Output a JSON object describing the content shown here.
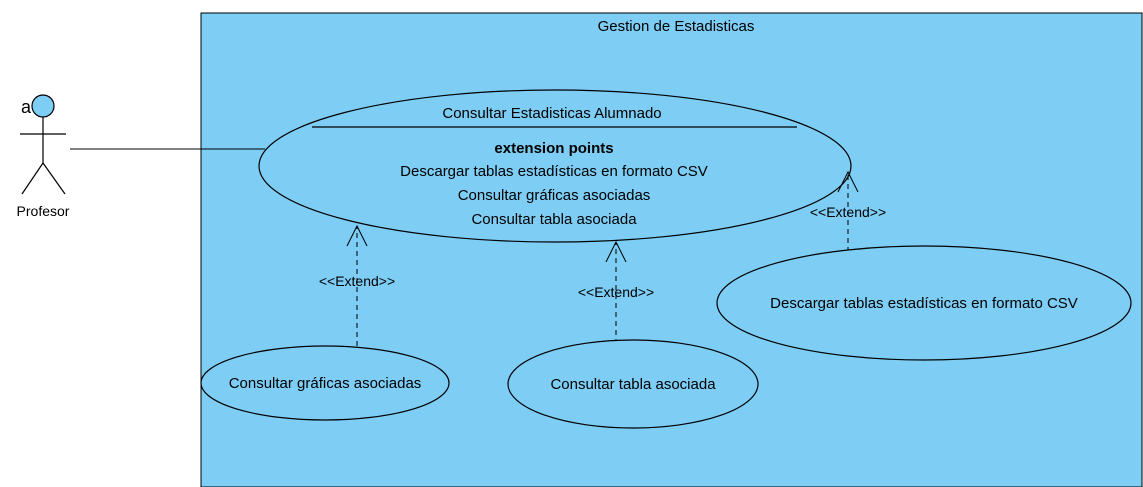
{
  "colors": {
    "system_fill": "#7dcdf5",
    "usecase_fill": "#7dcdf5",
    "actor_head_fill": "#7dcdf5",
    "stroke": "#000000",
    "background": "#ffffff"
  },
  "system": {
    "title": "Gestion de Estadisticas"
  },
  "actor": {
    "label": "Profesor",
    "marker": "a",
    "icon": "stick-figure-actor"
  },
  "main_use_case": {
    "title": "Consultar Estadisticas Alumnado",
    "extension_points_header": "extension points",
    "extension_points": [
      "Descargar tablas estadísticas en formato CSV",
      "Consultar gráficas asociadas",
      "Consultar tabla asociada"
    ]
  },
  "use_cases": {
    "graficas": "Consultar gráficas asociadas",
    "tabla": "Consultar tabla asociada",
    "csv": "Descargar tablas estadísticas en formato CSV"
  },
  "relations": {
    "extend_1": "<<Extend>>",
    "extend_2": "<<Extend>>",
    "extend_3": "<<Extend>>"
  }
}
